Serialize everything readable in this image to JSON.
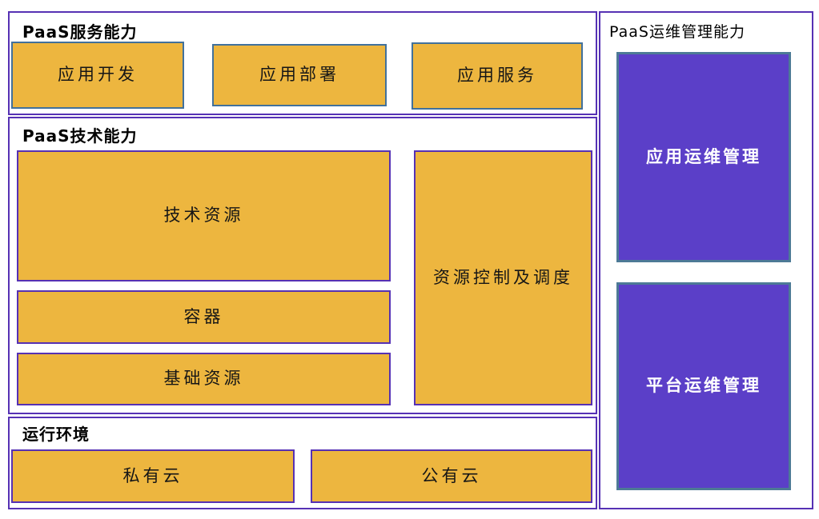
{
  "colors": {
    "container_border": "#5631b4",
    "box_orange_fill": "#edb63f",
    "box_blue_border": "#41719c",
    "box_purple_fill": "#5b3fc8",
    "box_purple_border": "#4d7a96",
    "title_color": "#000000",
    "box_text_color": "#161616",
    "purple_box_text_color": "#ffffff"
  },
  "sections": {
    "service": {
      "title": "PaaS服务能力",
      "boxes": [
        {
          "label": "应用开发"
        },
        {
          "label": "应用部署"
        },
        {
          "label": "应用服务"
        }
      ]
    },
    "tech": {
      "title": "PaaS技术能力",
      "boxes": [
        {
          "label": "技术资源"
        },
        {
          "label": "容器"
        },
        {
          "label": "基础资源"
        },
        {
          "label": "资源控制及调度"
        }
      ]
    },
    "runtime": {
      "title": "运行环境",
      "boxes": [
        {
          "label": "私有云"
        },
        {
          "label": "公有云"
        }
      ]
    },
    "ops": {
      "title": "PaaS运维管理能力",
      "boxes": [
        {
          "label": "应用运维管理"
        },
        {
          "label": "平台运维管理"
        }
      ]
    }
  }
}
